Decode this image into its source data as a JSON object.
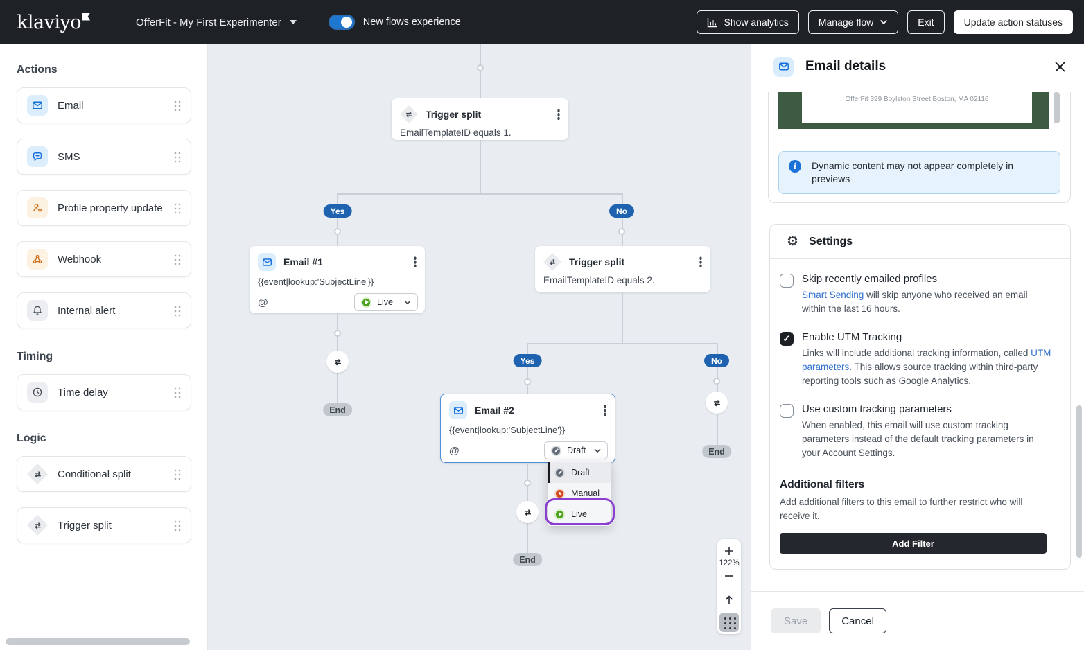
{
  "topbar": {
    "logo_text": "klaviyo",
    "flow_name": "OfferFit - My First Experimenter",
    "toggle_label": "New flows experience",
    "buttons": {
      "show_analytics": "Show analytics",
      "manage_flow": "Manage flow",
      "exit": "Exit",
      "update_action_statuses": "Update action statuses"
    }
  },
  "sidebar": {
    "sections": [
      {
        "title": "Actions",
        "items": [
          {
            "label": "Email",
            "icon": "email-icon"
          },
          {
            "label": "SMS",
            "icon": "sms-icon"
          },
          {
            "label": "Profile property update",
            "icon": "profile-icon"
          },
          {
            "label": "Webhook",
            "icon": "webhook-icon"
          },
          {
            "label": "Internal alert",
            "icon": "bell-icon"
          }
        ]
      },
      {
        "title": "Timing",
        "items": [
          {
            "label": "Time delay",
            "icon": "clock-icon"
          }
        ]
      },
      {
        "title": "Logic",
        "items": [
          {
            "label": "Conditional split",
            "icon": "conditional-split-icon"
          },
          {
            "label": "Trigger split",
            "icon": "trigger-split-icon"
          }
        ]
      }
    ]
  },
  "canvas": {
    "branch_yes": "Yes",
    "branch_no": "No",
    "end_label": "End",
    "zoom_level": "122%",
    "nodes": {
      "trigger_split_1": {
        "title": "Trigger split",
        "condition": "EmailTemplateID equals 1."
      },
      "email_1": {
        "title": "Email #1",
        "subject": "{{event|lookup:'SubjectLine'}}",
        "status": "Live"
      },
      "trigger_split_2": {
        "title": "Trigger split",
        "condition": "EmailTemplateID equals 2."
      },
      "email_2": {
        "title": "Email #2",
        "subject": "{{event|lookup:'SubjectLine'}}",
        "status": "Draft"
      }
    },
    "status_menu": {
      "draft": "Draft",
      "manual": "Manual",
      "live": "Live"
    }
  },
  "panel": {
    "title": "Email details",
    "preview_footer_address": "OfferFit 399 Boylston Street Boston, MA 02116",
    "info_alert": "Dynamic content may not appear completely in previews",
    "settings": {
      "title": "Settings",
      "options": [
        {
          "label": "Skip recently emailed profiles",
          "checked": false,
          "desc_pre": "",
          "desc_link": "Smart Sending",
          "desc_post": " will skip anyone who received an email within the last 16 hours."
        },
        {
          "label": "Enable UTM Tracking",
          "checked": true,
          "desc_pre": "Links will include additional tracking information, called ",
          "desc_link": "UTM parameters",
          "desc_post": ". This allows source tracking within third-party reporting tools such as Google Analytics."
        },
        {
          "label": "Use custom tracking parameters",
          "checked": false,
          "desc_pre": "When enabled, this email will use custom tracking parameters instead of the default tracking parameters in your Account Settings.",
          "desc_link": "",
          "desc_post": ""
        }
      ]
    },
    "additional_filters": {
      "title": "Additional filters",
      "description": "Add additional filters to this email to further restrict who will receive it.",
      "button_label": "Add Filter"
    },
    "footer": {
      "save": "Save",
      "cancel": "Cancel"
    }
  },
  "colors": {
    "topbar_bg": "#1e2227",
    "accent_blue": "#1f63b0",
    "toggle_blue": "#1e78cf",
    "live_green": "#4aa21e",
    "manual_orange": "#d1491c",
    "draft_gray": "#646d78",
    "highlight_purple": "#8a3fd0",
    "info_blue": "#1a72d8",
    "preview_green": "#3d5a43"
  }
}
